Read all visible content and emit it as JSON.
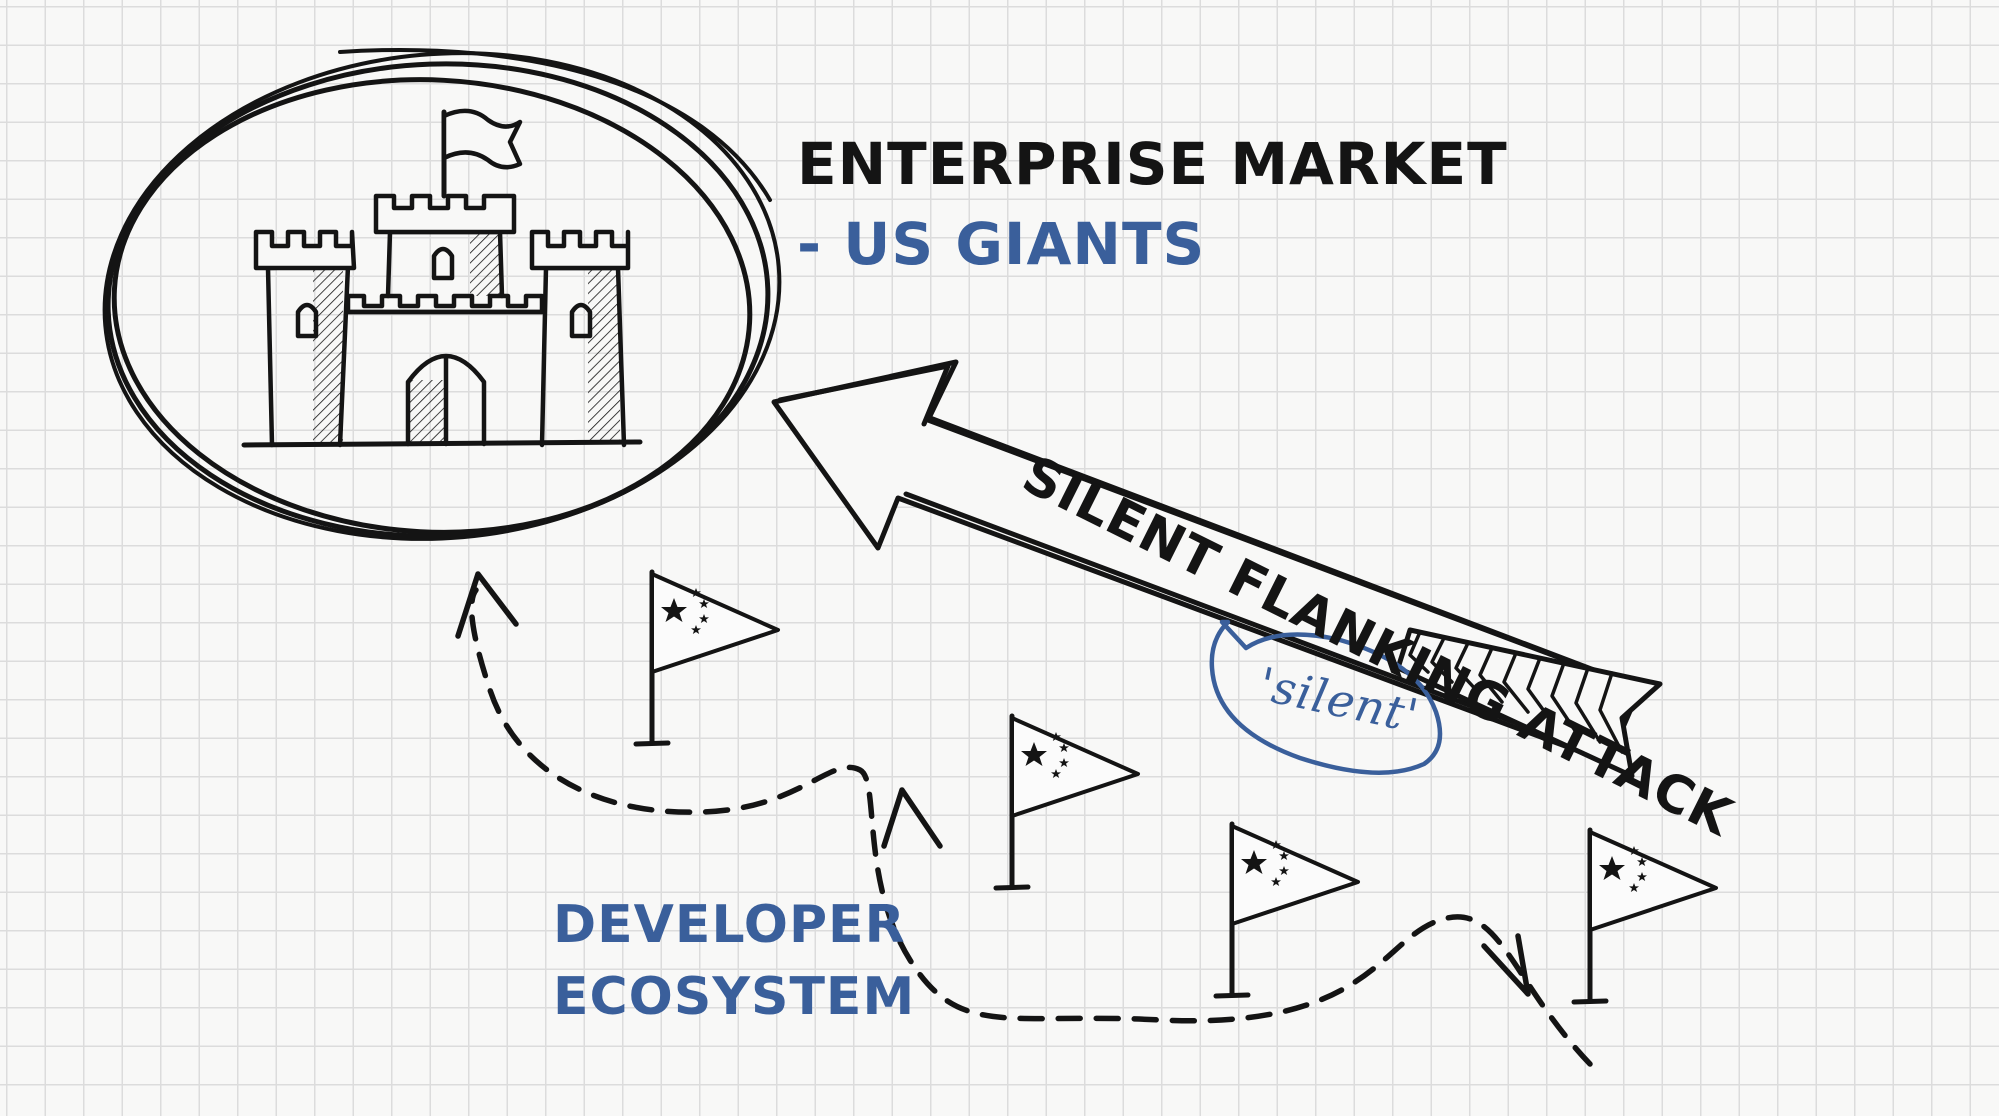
{
  "labels": {
    "market_line1": "ENTERPRISE MARKET",
    "market_line2": "- US GIANTS",
    "attack": "SILENT FLANKING ATTACK",
    "note": "'silent'",
    "ecosystem_line1": "DEVELOPER",
    "ecosystem_line2": "ECOSYSTEM"
  },
  "colors": {
    "ink": "#141414",
    "accent_blue": "#3a5f9b",
    "grid": "#dcdcdc",
    "paper": "#f8f8f7"
  },
  "icons": {
    "castle": "castle-icon",
    "flags": "china-flag-icon",
    "flag_count": 4
  }
}
